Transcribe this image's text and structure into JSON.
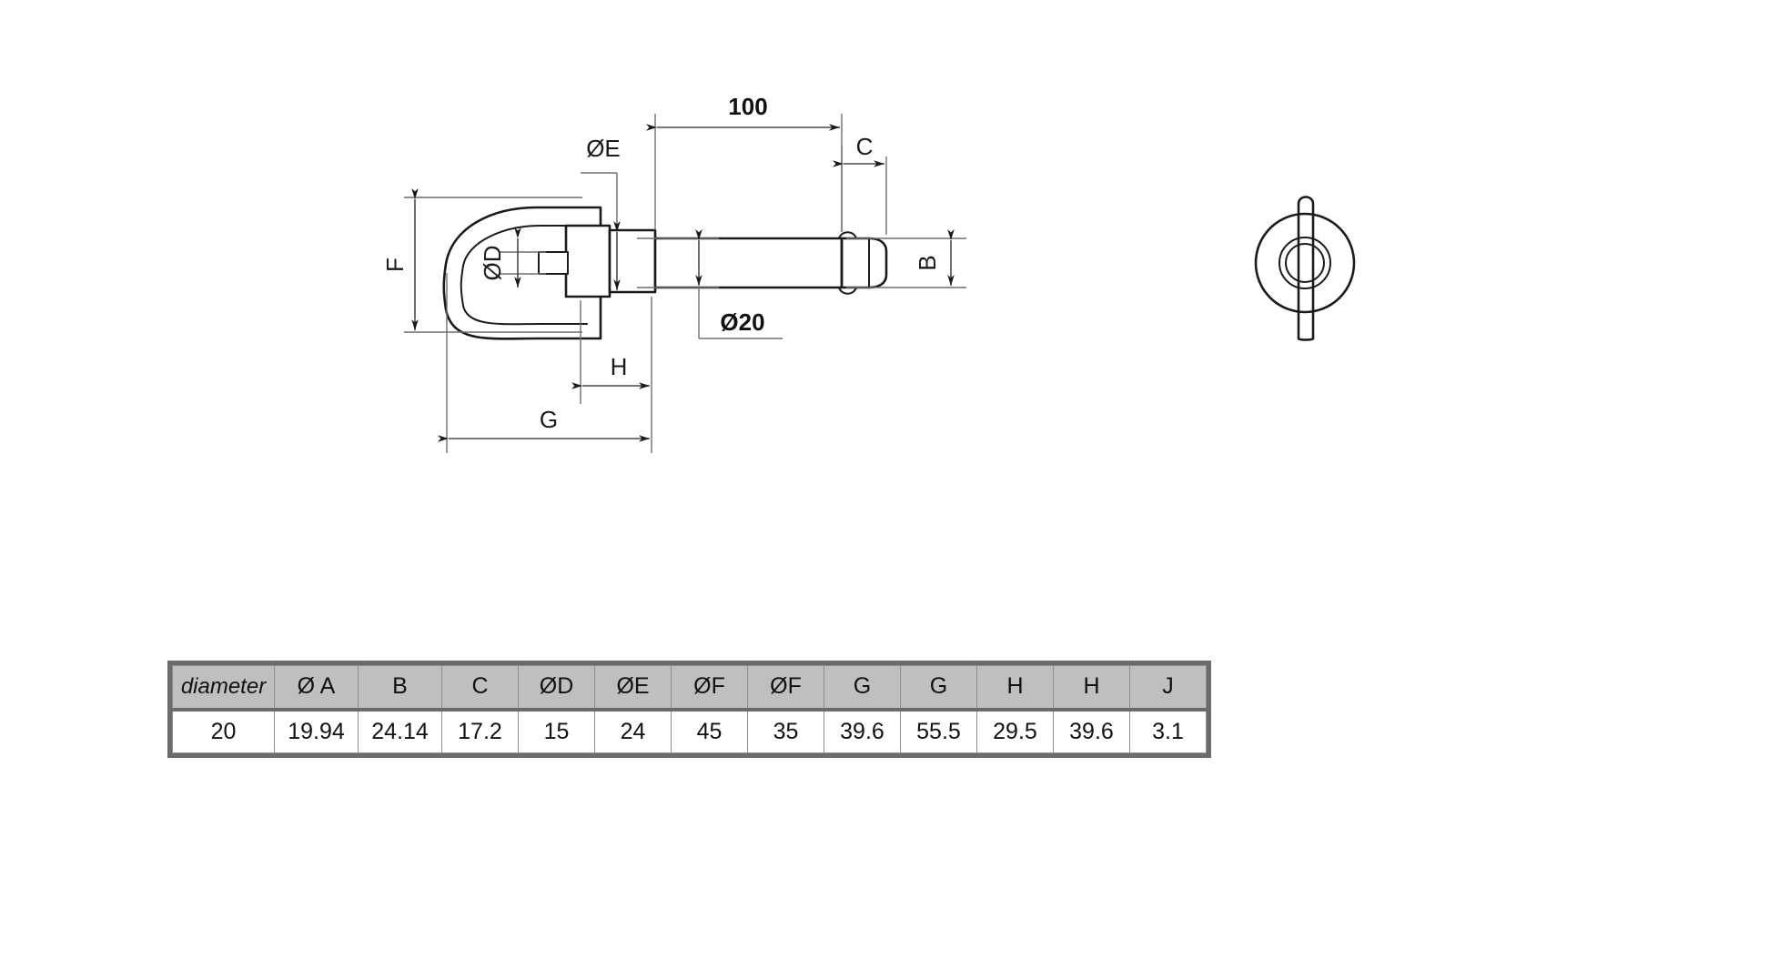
{
  "drawing": {
    "title": "pin-technical-drawing",
    "dimension_labels": {
      "length_100": "100",
      "shaft_dia": "Ø20",
      "ring_height_F": "F",
      "ring_bore_D": "ØD",
      "collar_E": "ØE",
      "tip_C": "C",
      "shaft_B": "B",
      "offset_H": "H",
      "total_G": "G"
    },
    "colors": {
      "line": "#1a1a1a",
      "dimension_line": "#4a4a4a",
      "extension_line": "#6e6e6e",
      "table_header_bg": "#bfbfbf",
      "table_border": "#6b6b6b"
    }
  },
  "table": {
    "headers": [
      "diameter",
      "Ø A",
      "B",
      "C",
      "ØD",
      "ØE",
      "ØF",
      "ØF",
      "G",
      "G",
      "H",
      "H",
      "J"
    ],
    "rows": [
      [
        "20",
        "19.94",
        "24.14",
        "17.2",
        "15",
        "24",
        "45",
        "35",
        "39.6",
        "55.5",
        "29.5",
        "39.6",
        "3.1"
      ]
    ]
  }
}
